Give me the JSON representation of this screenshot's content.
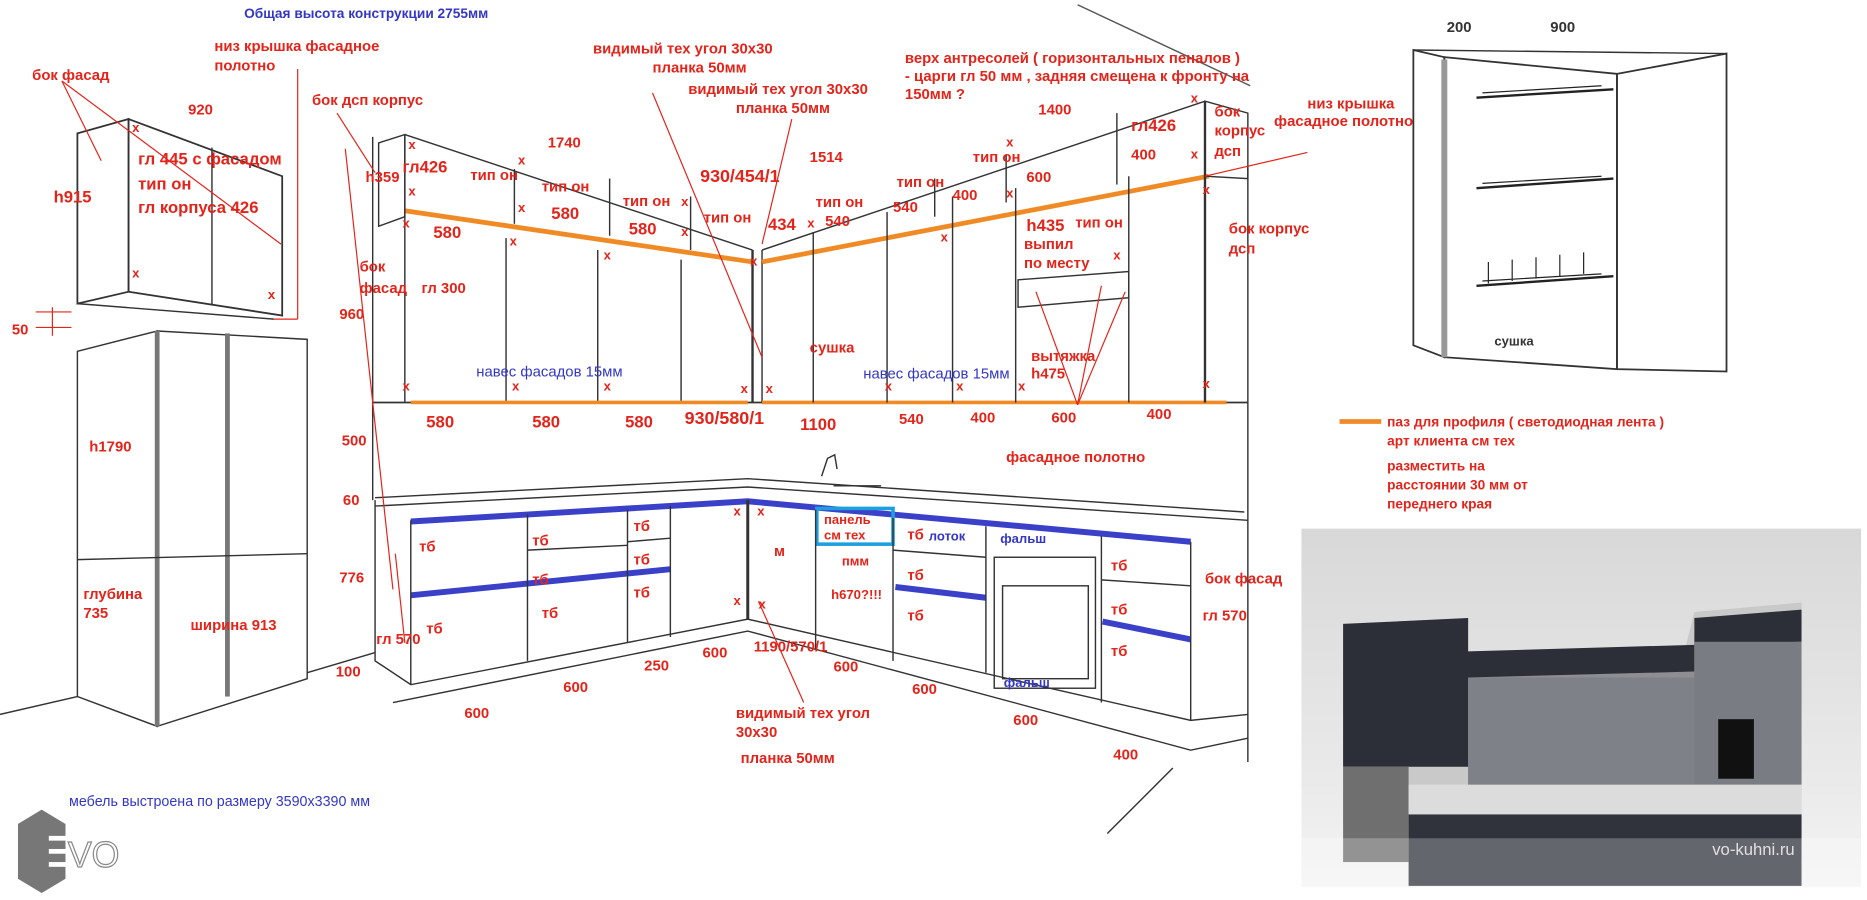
{
  "header": {
    "title": "Общая высота конструкции 2755мм"
  },
  "wall_cabinet": {
    "note_top_1": "низ крышка фасадное",
    "note_top_2": "полотно",
    "side": "бок фасад",
    "width": "920",
    "depth": "гл 445 с фасадом",
    "type": "тип он",
    "body_depth": "гл корпуса 426",
    "height": "h915",
    "gap": "50"
  },
  "fridge": {
    "height": "h1790",
    "depth_label": "глубина",
    "depth": "735",
    "width": "ширина 913"
  },
  "upper_left": {
    "side_note": "бок дсп корпус",
    "length": "1740",
    "mez_height": "h359",
    "mez_depth": "гл426",
    "type": "тип он",
    "w580": "580",
    "side_1": "бок",
    "side_2": "фасад",
    "depth": "гл 300",
    "height": "960"
  },
  "corner": {
    "angle_1": "видимый тех угол 30x30",
    "plank_1": "планка 50мм",
    "angle_2": "видимый тех угол 30x30",
    "plank_2": "планка 50мм",
    "size": "930/454/1",
    "w434": "434",
    "dryer": "сушка"
  },
  "upper_right": {
    "length": "1514",
    "w540": "540",
    "w400": "400",
    "w600": "600",
    "length2": "1400",
    "top_note_1": "верх антресолей ( горизонтальных пеналов )",
    "top_note_2": "- царги гл 50 мм , задняя смещена к фронту на",
    "top_note_3": "150мм  ?",
    "depth": "гл426",
    "side_1": "бок",
    "side_2": "корпус",
    "side_3": "дсп",
    "cover_1": "низ крышка",
    "cover_2": "фасадное полотно",
    "h435": "h435",
    "cut_1": "выпил",
    "cut_2": "по месту",
    "hood": "вытяжка",
    "hood_h": "h475",
    "side_body": "бок корпус",
    "side_body_2": "дсп"
  },
  "hinges": "навес фасадов 15мм",
  "wall_widths": [
    "580",
    "580",
    "580",
    "930/580/1",
    "1100",
    "540",
    "400",
    "600",
    "400"
  ],
  "facade_sheet": "фасадное полотно",
  "heights": {
    "h500": "500",
    "h60": "60",
    "h776": "776",
    "h100": "100"
  },
  "base": {
    "tb": "тб",
    "m": "м",
    "panel_1": "панель",
    "panel_2": "см тех",
    "dishwasher": "пмм",
    "dw_h": "h670?!!!",
    "tray": "лоток",
    "false_panel": "фальш",
    "depth_left": "гл 570",
    "w250": "250",
    "w600": "600",
    "corner": "1190/570/1",
    "angle_1": "видимый тех угол",
    "angle_2": "30x30",
    "plank": "планка 50мм",
    "w400": "400",
    "side": "бок фасад",
    "depth_right": "гл 570"
  },
  "footer": {
    "note": "мебель выстроена по размеру 3590x3390 мм",
    "logo": "EVO"
  },
  "drying_cabinet": {
    "w200": "200",
    "w900": "900",
    "label": "сушка"
  },
  "legend": {
    "line_1": "паз для профиля ( светодиодная лента )",
    "line_2": "арт клиента см тех",
    "line_3": "разместить на",
    "line_4": "расстоянии 30 мм от",
    "line_5": "переднего края"
  },
  "render": {
    "watermark": "vo-kuhni.ru"
  },
  "marks": {
    "x": "x"
  },
  "colors": {
    "annotation": "#e3241b",
    "note_blue": "#3338c4",
    "led_profile": "#f08a24",
    "handle": "#3a40c8",
    "panel_box": "#1ea0e0"
  }
}
